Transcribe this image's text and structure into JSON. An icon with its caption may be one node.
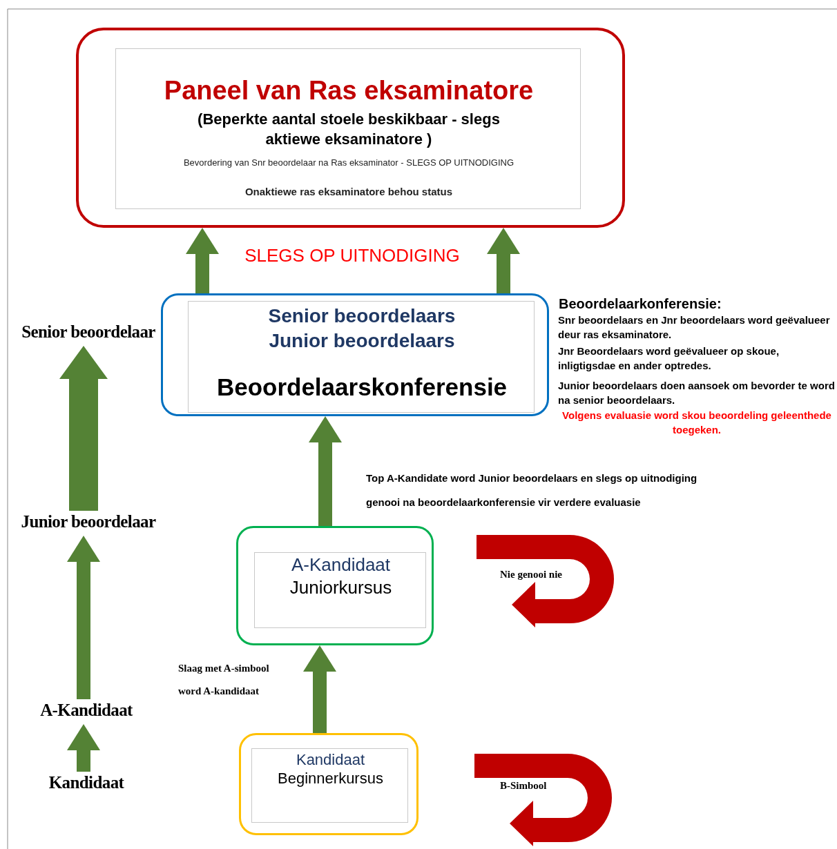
{
  "diagram": {
    "nodes": [
      {
        "text": [
          "Paneel van Ras eksaminatore",
          "(Beperkte aantal stoele beskikbaar - slegs aktiewe eksaminatore )",
          "Bevordering van Snr beoordelaar na Ras eksaminator - SLEGS OP UITNODIGING",
          "Onaktiewe ras eksaminatore behou status"
        ]
      },
      {
        "text": [
          "Senior beoordelaars Junior beoordelaars",
          "Beoordelaarskonferensie"
        ],
        "beside": [
          "Beoordelaarkonferensie:",
          "Snr beoordelaars en Jnr beoordelaars word geëvalueer deur ras eksaminatore.",
          "Jnr Beoordelaars word geëvalueer op skoue, inligtigsdae en ander optredes.",
          "Junior beoordelaars doen aansoek om bevorder te word na senior beoordelaars.",
          "Volgens evaluasie word skou beoordeling geleenthede toegeken."
        ]
      },
      {
        "text": [
          "A-Kandidaat",
          "Juniorkursus"
        ]
      },
      {
        "text": [
          "Kandidaat",
          "Beginnerkursus"
        ]
      },
      {
        "text": [
          "Senior beoordelaar"
        ]
      },
      {
        "text": [
          "Junior beoordelaar"
        ]
      },
      {
        "text": [
          "A-Kandidaat"
        ]
      },
      {
        "text": [
          "Kandidaat"
        ]
      }
    ],
    "edges": [
      {
        "from": 1,
        "to": 0,
        "arrow": "to"
      },
      {
        "from": 1,
        "to": 0,
        "arrow": "to"
      },
      {
        "from": 2,
        "to": 1,
        "arrow": "to"
      },
      {
        "from": 3,
        "to": 2,
        "arrow": "to"
      },
      {
        "from": 7,
        "to": 6,
        "arrow": "to"
      },
      {
        "from": 6,
        "to": 5,
        "arrow": "to"
      },
      {
        "from": 5,
        "to": 4,
        "arrow": "to",
        "style": "thick"
      }
    ],
    "labels": [
      "SLEGS OP UITNODIGING",
      "Top A-Kandidate word Junior beoordelaars en slegs op uitnodiging",
      "genooi na beoordelaarkonferensie vir verdere evaluasie",
      "Nie genooi nie",
      "Slaag met A-simbool",
      "word A-kandidaat",
      "B-Simbool"
    ]
  }
}
